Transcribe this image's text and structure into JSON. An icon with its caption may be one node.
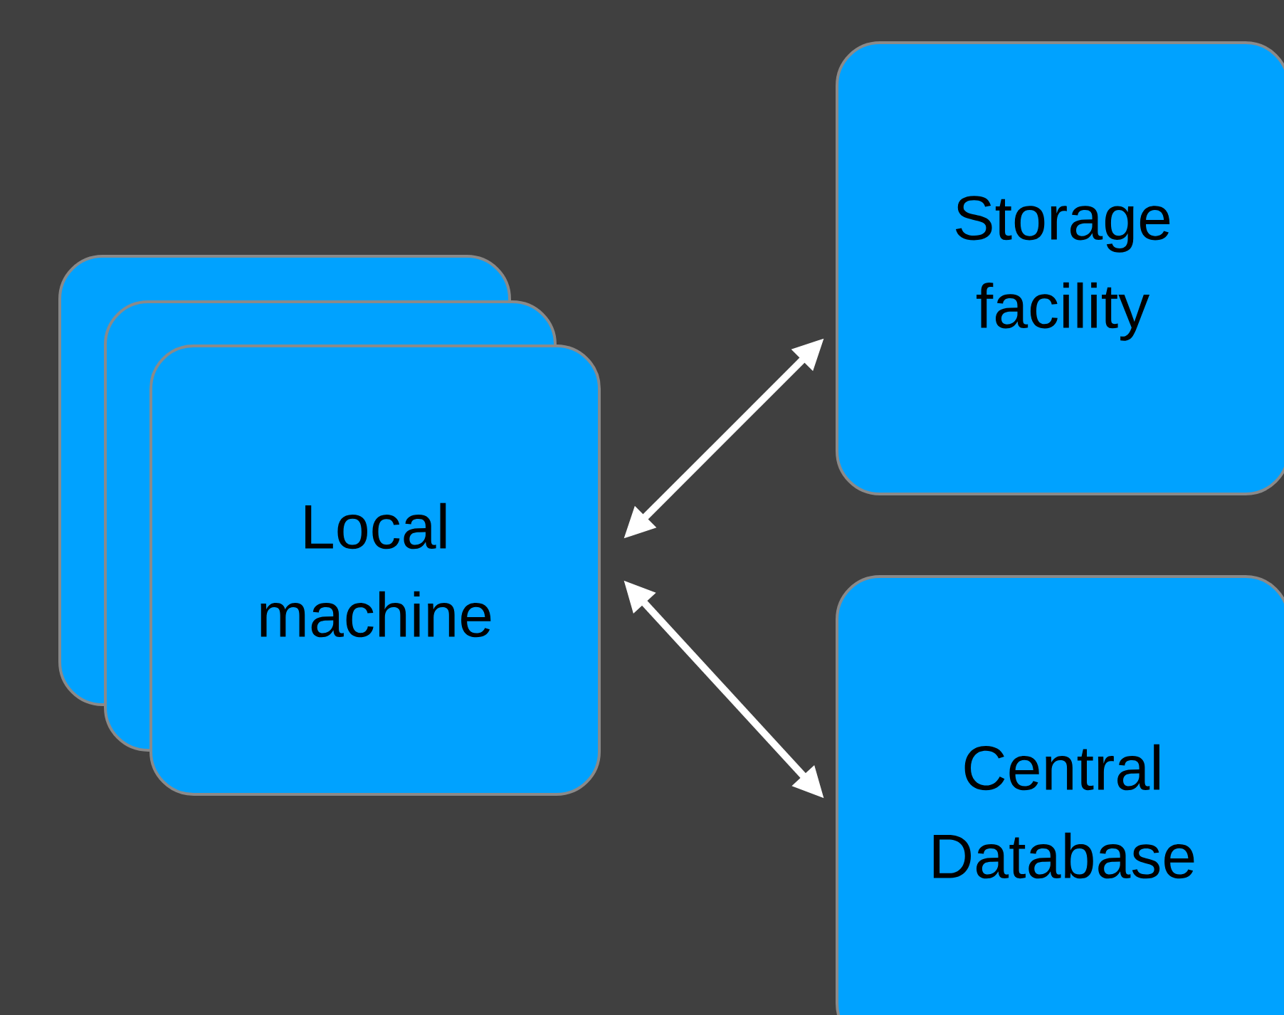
{
  "diagram": {
    "nodes": [
      {
        "text": [],
        "shape": "box"
      },
      {
        "text": [],
        "shape": "box"
      },
      {
        "text": [
          "Local machine"
        ]
      },
      {
        "text": [
          "Storage facility"
        ]
      },
      {
        "text": [
          "Central Database"
        ]
      }
    ],
    "edges": [
      {
        "from": 2,
        "to": 3,
        "arrow": "both"
      },
      {
        "from": 2,
        "to": 4,
        "arrow": "both"
      }
    ]
  }
}
